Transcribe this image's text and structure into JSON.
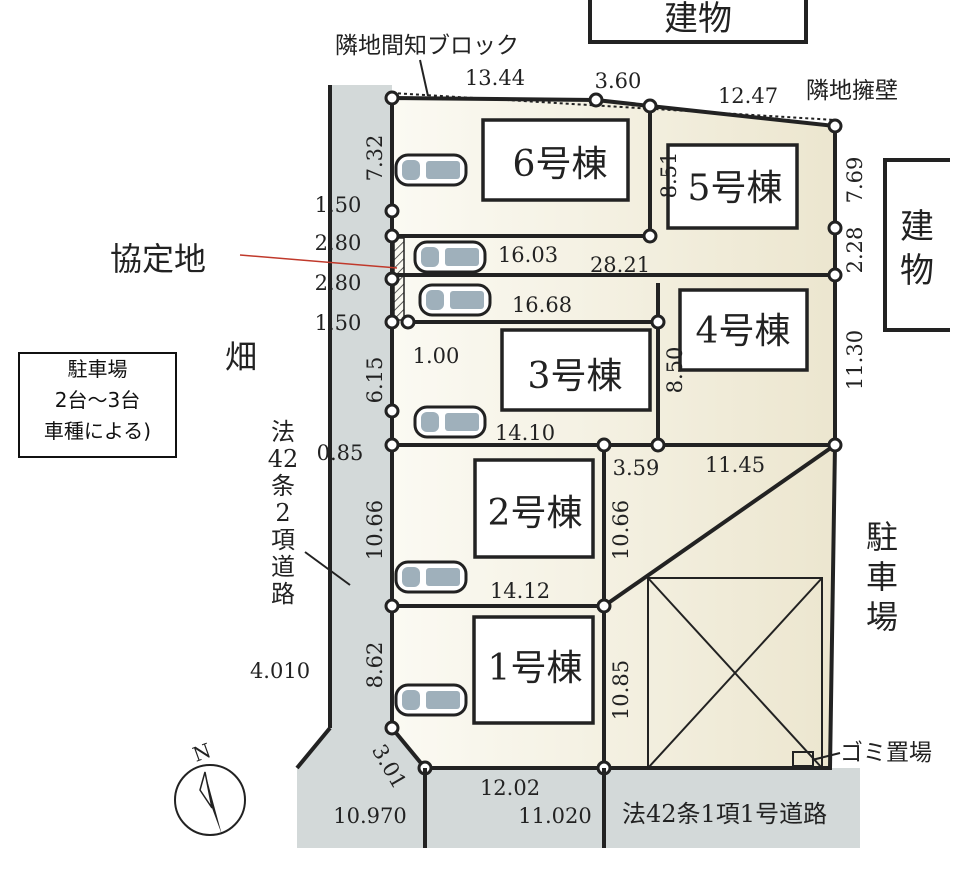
{
  "labels": {
    "building_top": "建物",
    "building_right": [
      "建",
      "物"
    ],
    "neighbor_block": "隣地間知ブロック",
    "neighbor_wall": "隣地擁壁",
    "agreement_land": "協定地",
    "field": "畑",
    "road_left": [
      "法",
      "42",
      "条",
      "2",
      "項",
      "道",
      "路"
    ],
    "road_bottom": "法42条1項1号道路",
    "parking_right": [
      "駐",
      "車",
      "場"
    ],
    "garbage": "ゴミ置場",
    "north": "N"
  },
  "legend": {
    "lines": [
      "駐車場",
      "2台～3台",
      "車種による)"
    ]
  },
  "buildings": [
    "6号棟",
    "5号棟",
    "4号棟",
    "3号棟",
    "2号棟",
    "1号棟"
  ],
  "dimensions": {
    "top_1": "13.44",
    "top_2": "3.60",
    "top_3": "12.47",
    "right_1": "7.69",
    "right_2": "2.28",
    "right_3": "11.30",
    "left_732": "7.32",
    "left_150a": "1.50",
    "left_280a": "2.80",
    "left_280b": "2.80",
    "left_150b": "1.50",
    "d_100": "1.00",
    "left_615": "6.15",
    "left_085": "0.85",
    "left_1066": "10.66",
    "left_862": "8.62",
    "corner_4010": "4.010",
    "corner_301": "3.01",
    "bottom_10970": "10.970",
    "bottom_1202": "12.02",
    "bottom_11020": "11.020",
    "lot5_851": "8.51",
    "drive_1603": "16.03",
    "drive_2821": "28.21",
    "drive_1668": "16.68",
    "lot4_850": "8.50",
    "lot3_1410": "14.10",
    "d_359": "3.59",
    "d_1145": "11.45",
    "lot2_1066": "10.66",
    "lot2_1412": "14.12",
    "lot1_1085": "10.85"
  },
  "colors": {
    "road": "#d3d9d9",
    "lot": "#f4f1e4",
    "line": "#222222",
    "leader_red": "#c0392b"
  }
}
